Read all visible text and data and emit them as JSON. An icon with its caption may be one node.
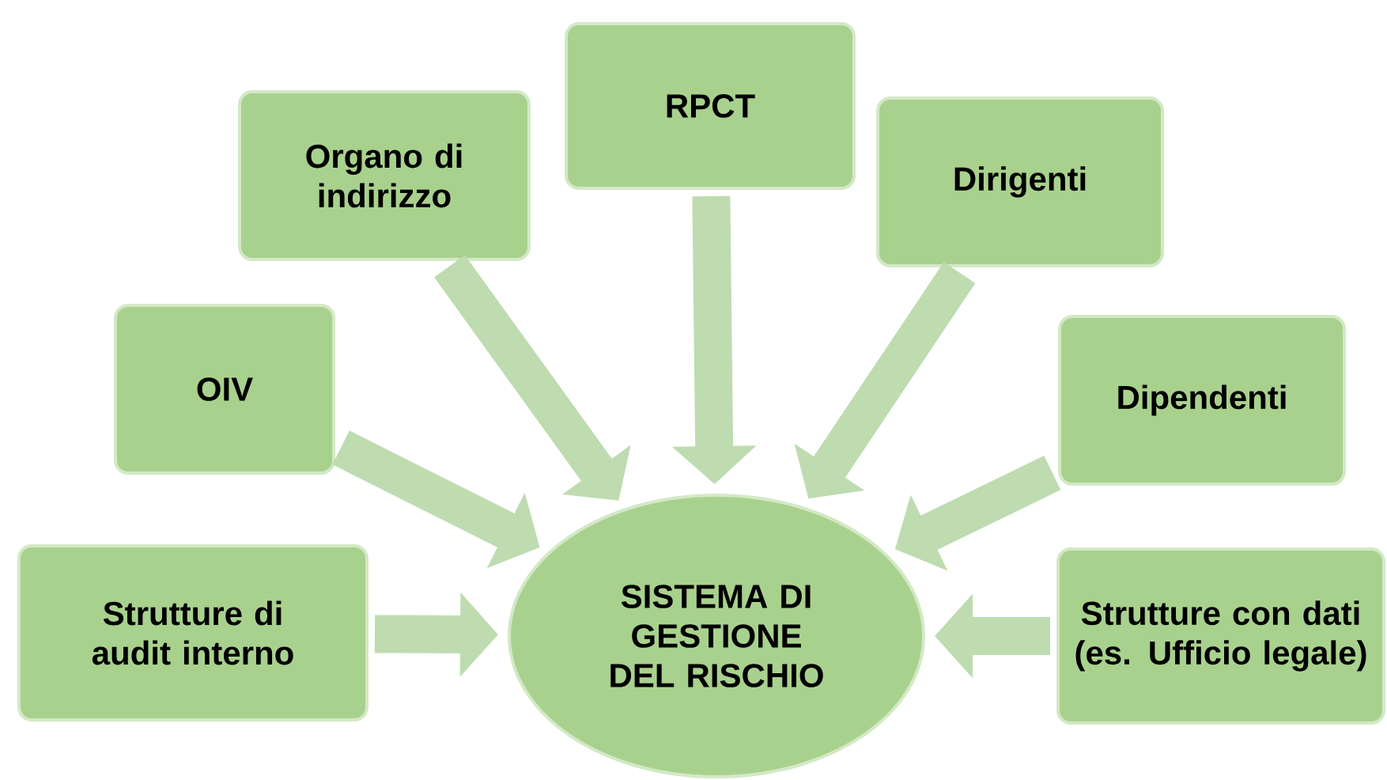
{
  "diagram": {
    "nodes": [
      {
        "text": [
          "RPCT"
        ]
      },
      {
        "text": [
          "Organo di indirizzo"
        ]
      },
      {
        "text": [
          "Dirigenti"
        ]
      },
      {
        "text": [
          "OIV"
        ]
      },
      {
        "text": [
          "Dipendenti"
        ]
      },
      {
        "text": [
          "Strutture di audit interno"
        ]
      },
      {
        "text": [
          "SISTEMA DI GESTIONE DEL RISCHIO"
        ]
      },
      {
        "text": [
          "Strutture con dati (es. Ufficio legale)"
        ]
      }
    ],
    "edges": [
      {
        "from": 0,
        "to": 6,
        "arrow": "to"
      },
      {
        "from": 1,
        "to": 6,
        "arrow": "to"
      },
      {
        "from": 2,
        "to": 6,
        "arrow": "to"
      },
      {
        "from": 3,
        "to": 6,
        "arrow": "to"
      },
      {
        "from": 4,
        "to": 6,
        "arrow": "to"
      },
      {
        "from": 5,
        "to": 6,
        "arrow": "to"
      },
      {
        "from": 7,
        "to": 6,
        "arrow": "to"
      }
    ]
  }
}
